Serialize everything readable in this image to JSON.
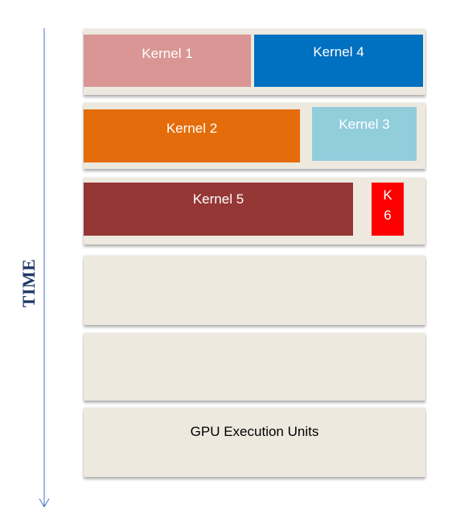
{
  "time_axis": {
    "label": "TIME",
    "color": "#4472c4"
  },
  "kernels": {
    "k1": {
      "label": "Kernel 1",
      "color": "#d99694"
    },
    "k4": {
      "label": "Kernel 4",
      "color": "#0070c0"
    },
    "k2": {
      "label": "Kernel 2",
      "color": "#e46c0a"
    },
    "k3": {
      "label": "Kernel 3",
      "color": "#92cddc"
    },
    "k5": {
      "label": "Kernel 5",
      "color": "#953735"
    },
    "k6": {
      "label": "K 6",
      "color": "#ff0000"
    }
  },
  "units": {
    "label": "GPU Execution Units",
    "background": "#ede9df"
  }
}
